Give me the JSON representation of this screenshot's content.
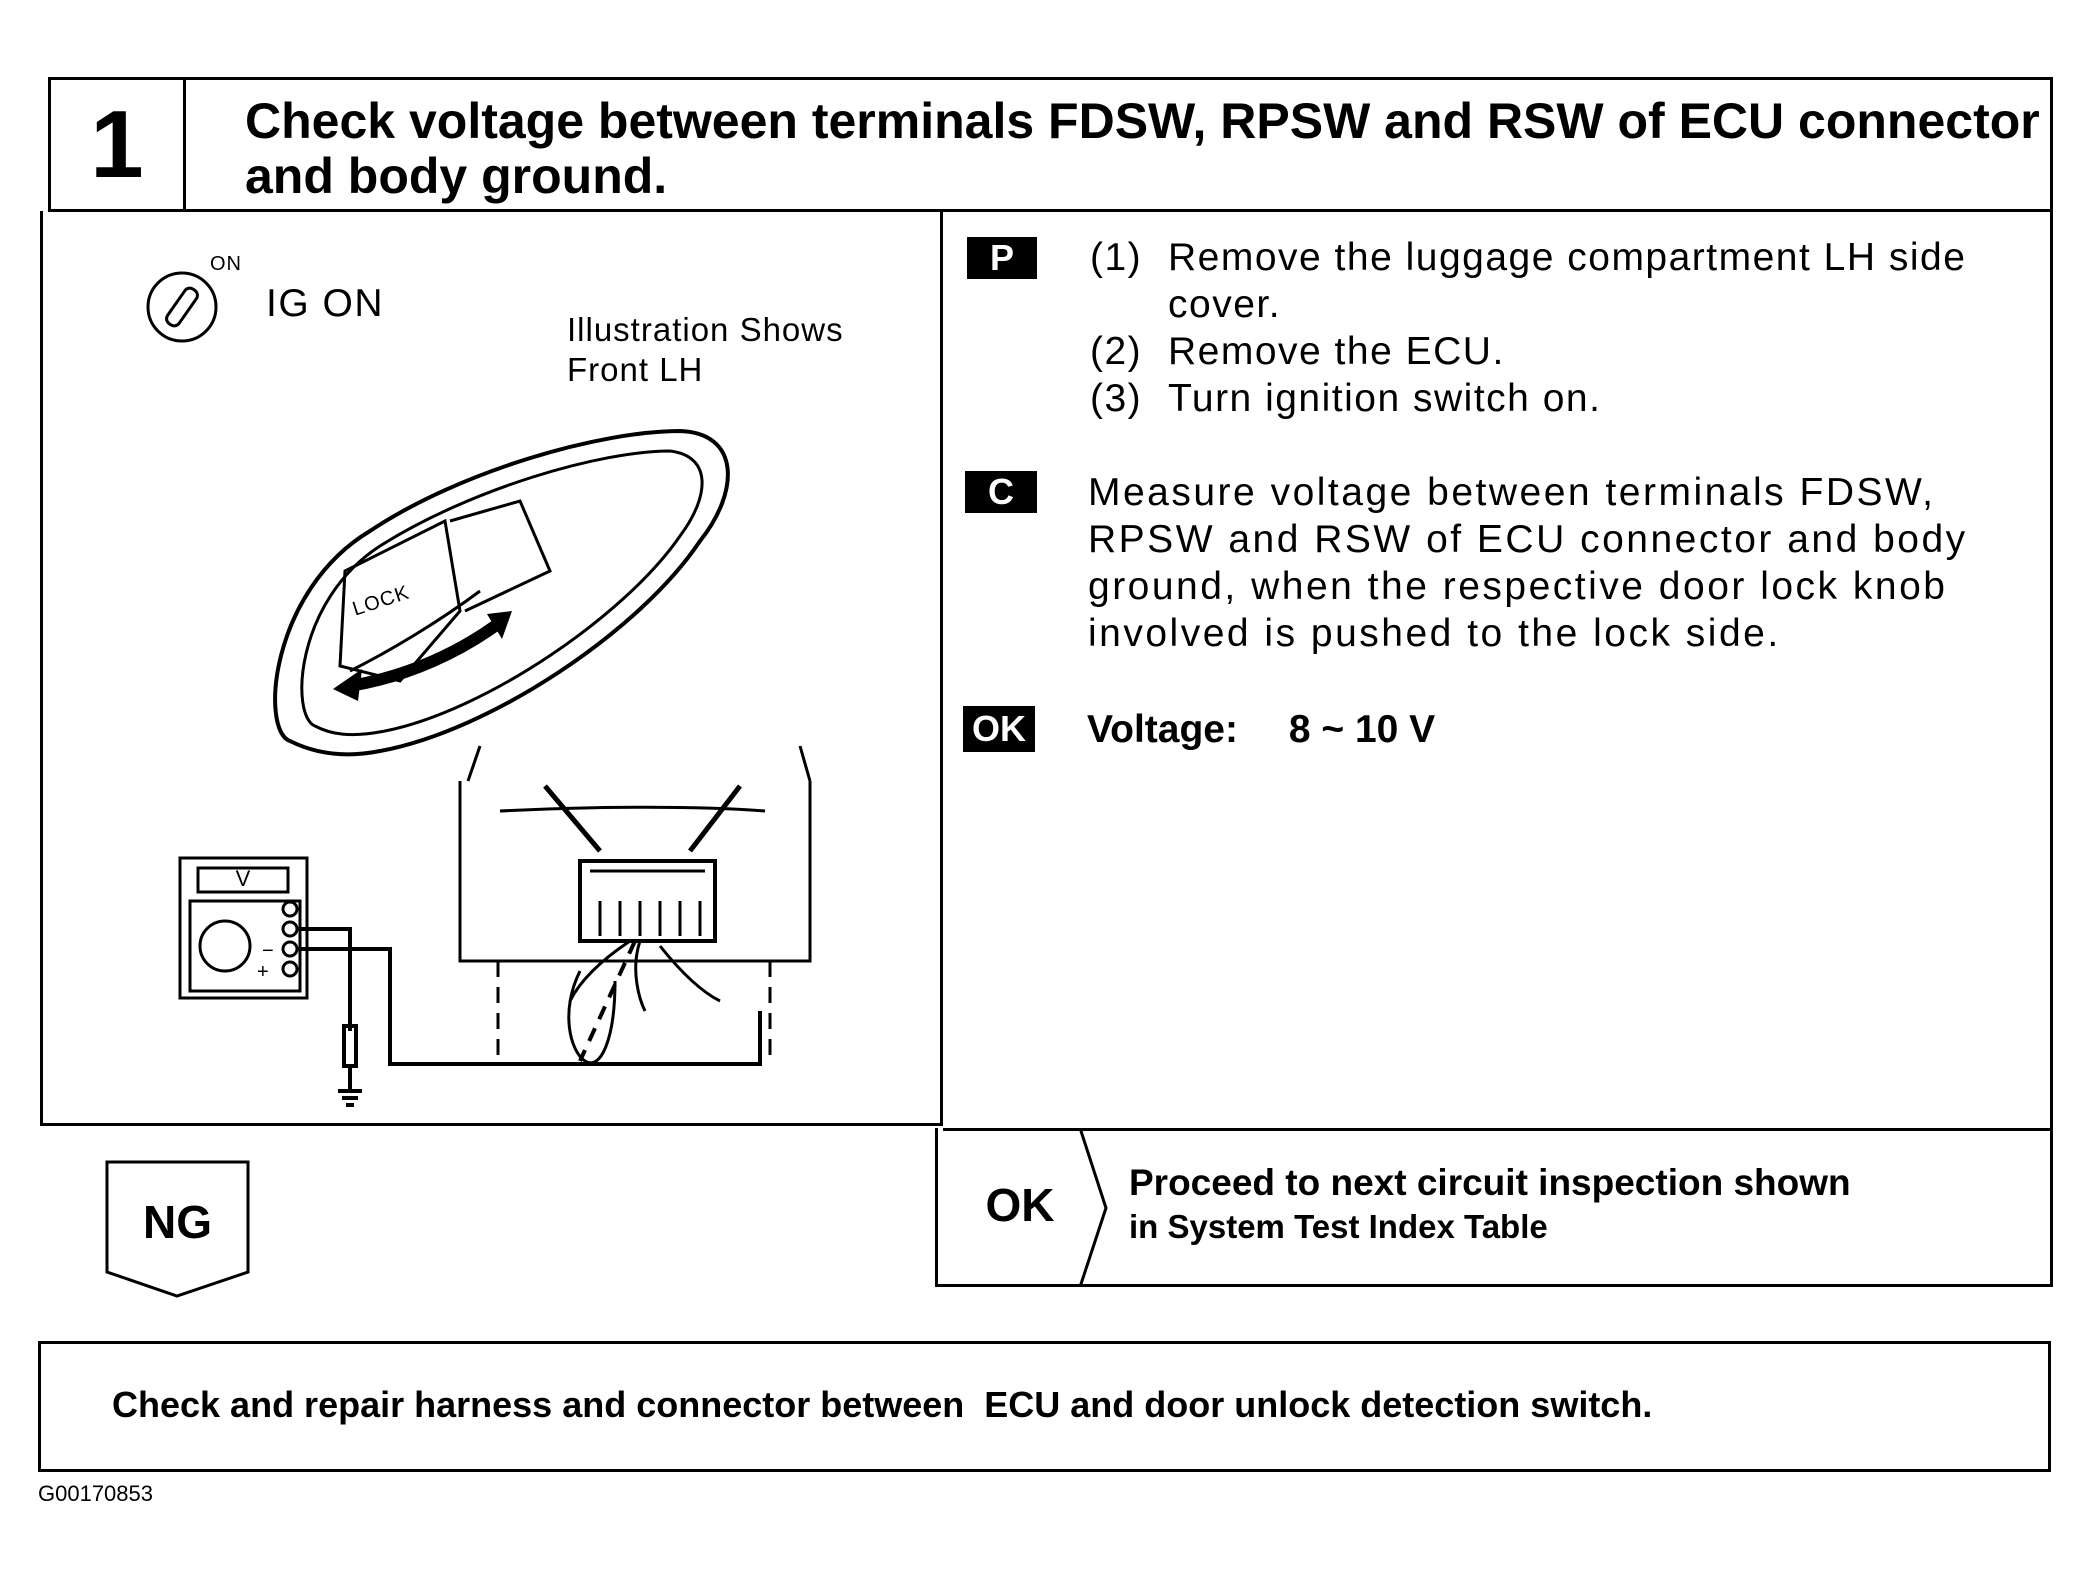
{
  "step": {
    "number": "1",
    "title_line1": "Check voltage between terminals FDSW, RPSW and RSW of ECU connector",
    "title_line2": "and body ground."
  },
  "illustration": {
    "ig_on_sup": "ON",
    "ig_on_label": "IG ON",
    "note_line1": "Illustration Shows",
    "note_line2": "Front LH",
    "lock_label": "LOCK",
    "meter_label": "V",
    "minus": "−",
    "plus": "+"
  },
  "procedure": {
    "badge_p": "P",
    "steps": [
      {
        "num": "(1)",
        "line1": "Remove the luggage compartment LH side",
        "line2": "cover."
      },
      {
        "num": "(2)",
        "line1": "Remove the ECU."
      },
      {
        "num": "(3)",
        "line1": "Turn ignition switch on."
      }
    ],
    "badge_c": "C",
    "check_lines": [
      "Measure voltage between terminals FDSW,",
      "RPSW and RSW of ECU connector and body",
      "ground, when the respective door lock knob",
      "involved is pushed to the lock side."
    ],
    "badge_ok": "OK",
    "spec_label": "Voltage:",
    "spec_value": "8 ~ 10 V"
  },
  "results": {
    "ng_label": "NG",
    "ok_label": "OK",
    "ok_action_line1": "Proceed to next circuit inspection shown",
    "ok_action_line2": "in System Test Index Table",
    "ng_action": "Check and repair harness and connector between  ECU and door unlock detection switch."
  },
  "figure_id": "G00170853"
}
